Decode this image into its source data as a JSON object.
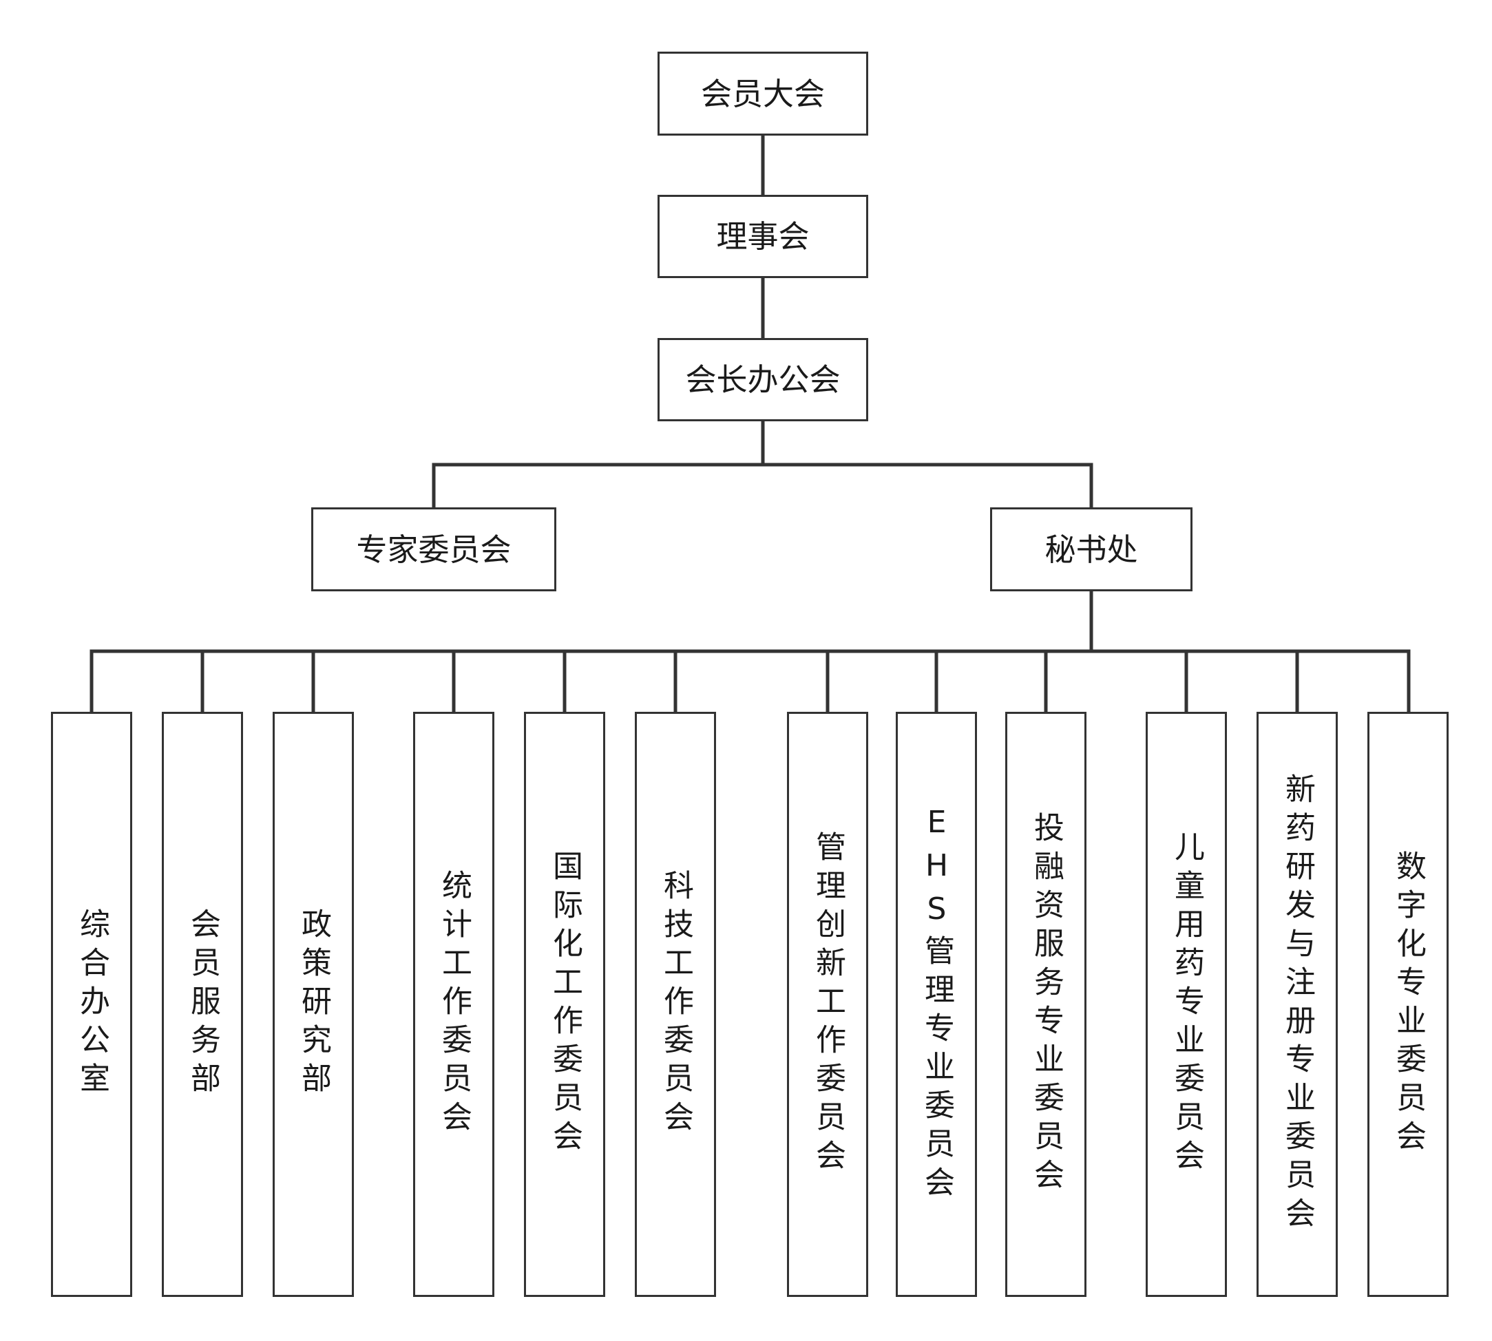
{
  "org_chart": {
    "top": [
      "会员大会",
      "理事会",
      "会长办公会"
    ],
    "branches": {
      "left": "专家委员会",
      "right": "秘书处"
    },
    "departments": [
      "综合办公室",
      "会员服务部",
      "政策研究部",
      "统计工作委员会",
      "国际化工作委员会",
      "科技工作委员会",
      "管理创新工作委员会",
      "EHS管理专业委员会",
      "投融资服务专业委员会",
      "儿童用药专业委员会",
      "新药研发与注册专业委员会",
      "数字化专业委员会"
    ]
  }
}
